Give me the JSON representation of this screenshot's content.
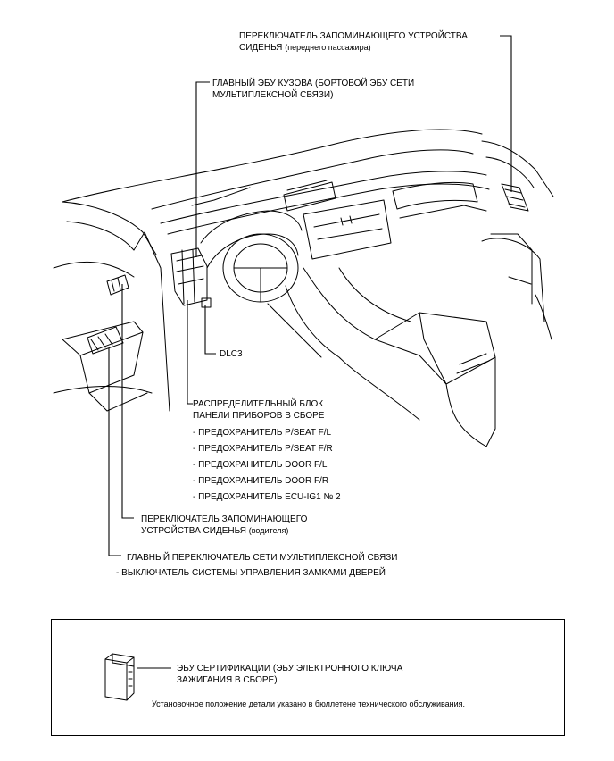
{
  "labels": {
    "pass_switch_line1": "ПЕРЕКЛЮЧАТЕЛЬ ЗАПОМИНАЮЩЕГО УСТРОЙСТВА",
    "pass_switch_line2": "СИДЕНЬЯ",
    "pass_switch_note": "(переднего пассажира)",
    "body_ecu_line1": "ГЛАВНЫЙ ЭБУ КУЗОВА (БОРТОВОЙ ЭБУ СЕТИ",
    "body_ecu_line2": "МУЛЬТИПЛЕКСНОЙ СВЯЗИ)",
    "dlc3": "DLC3",
    "junction_line1": "РАСПРЕДЕЛИТЕЛЬНЫЙ БЛОК",
    "junction_line2": "ПАНЕЛИ ПРИБОРОВ В СБОРЕ",
    "fuses": [
      "- ПРЕДОХРАНИТЕЛЬ P/SEAT F/L",
      "- ПРЕДОХРАНИТЕЛЬ P/SEAT F/R",
      "- ПРЕДОХРАНИТЕЛЬ DOOR F/L",
      "- ПРЕДОХРАНИТЕЛЬ DOOR F/R",
      "- ПРЕДОХРАНИТЕЛЬ ECU-IG1 № 2"
    ],
    "driver_switch_line1": "ПЕРЕКЛЮЧАТЕЛЬ ЗАПОМИНАЮЩЕГО",
    "driver_switch_line2": "УСТРОЙСТВА СИДЕНЬЯ",
    "driver_switch_note": "(водителя)",
    "main_switch_line1": "ГЛАВНЫЙ ПЕРЕКЛЮЧАТЕЛЬ СЕТИ МУЛЬТИПЛЕКСНОЙ СВЯЗИ",
    "main_switch_line2": "- ВЫКЛЮЧАТЕЛЬ СИСТЕМЫ УПРАВЛЕНИЯ ЗАМКАМИ ДВЕРЕЙ"
  },
  "inset": {
    "ecu_line1": "ЭБУ СЕРТИФИКАЦИИ (ЭБУ ЭЛЕКТРОННОГО КЛЮЧА",
    "ecu_line2": "ЗАЖИГАНИЯ В СБОРЕ)",
    "note": "Установочное положение детали указано в бюллетене технического обслуживания."
  }
}
